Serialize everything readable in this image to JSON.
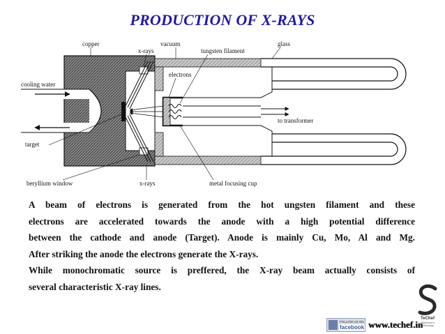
{
  "title": "PRODUCTION OF X-RAYS",
  "diagram": {
    "labels": {
      "copper": "copper",
      "xrays_top": "x-rays",
      "vacuum": "vacuum",
      "tungsten_filament": "tungsten filament",
      "glass": "glass",
      "electrons": "electrons",
      "cooling_water": "cooling water",
      "to_transformer": "to transformer",
      "target": "target",
      "beryllium_window": "beryllium window",
      "xrays_bottom": "x-rays",
      "metal_focusing_cup": "metal focusing cup"
    }
  },
  "paragraphs": [
    "A beam of electrons is generated from the hot ungsten filament and these",
    "electrons are accelerated towards the anode with a high potential difference",
    "between the cathode and anode (Target). Anode is mainly Cu, Mo, Al and Mg.",
    "After striking the anode the electrons generate the X-rays.",
    "While monochromatic source is preffered, the X-ray beam actually consists of",
    "several characteristic X-ray lines."
  ],
  "footer": {
    "fb_follow": "FOLLOW US ON",
    "fb_name": "facebook",
    "website": "www.techef.in",
    "logo_letter": "S",
    "logo_brand": "TeChef",
    "logo_tagline": "Happiness in Technology"
  },
  "colors": {
    "title": "#1f1aa8",
    "text": "#111111",
    "hatch": "#555555"
  }
}
